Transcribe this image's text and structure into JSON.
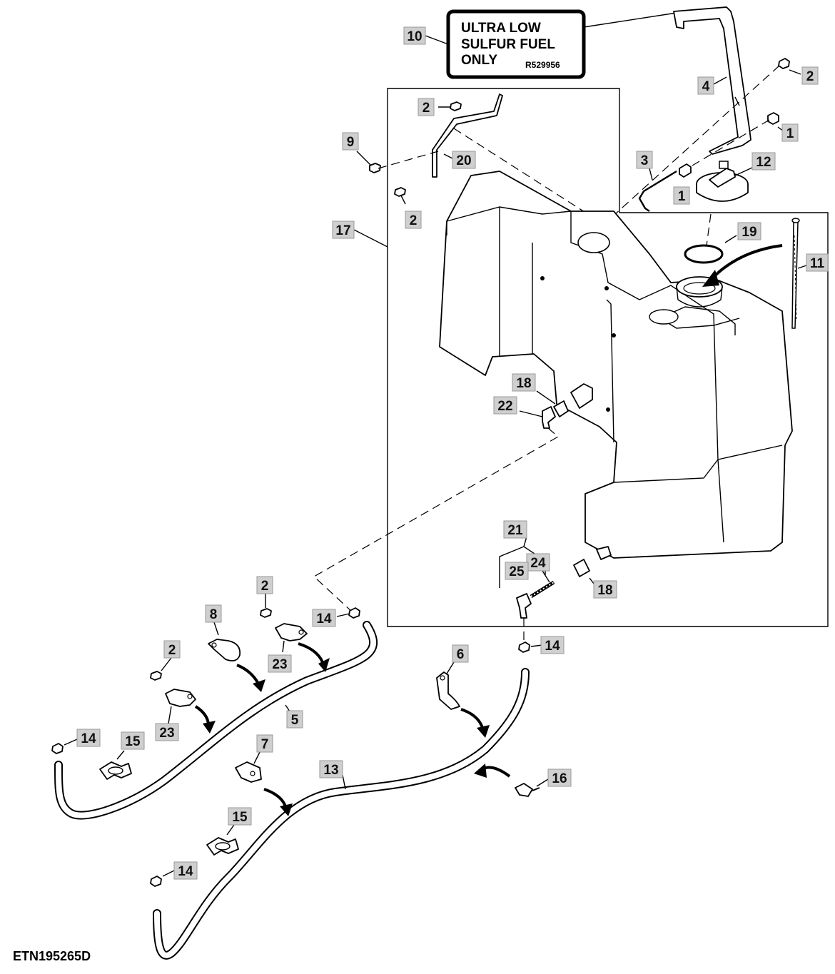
{
  "figure_id": "ETN195265D",
  "decal": {
    "line1": "ULTRA LOW",
    "line2": "SULFUR FUEL",
    "line3": "ONLY",
    "part_number": "R529956"
  },
  "callouts": [
    {
      "id": "c10",
      "label": "10"
    },
    {
      "id": "c2a",
      "label": "2"
    },
    {
      "id": "c4",
      "label": "4"
    },
    {
      "id": "c2b",
      "label": "2"
    },
    {
      "id": "c1a",
      "label": "1"
    },
    {
      "id": "c9",
      "label": "9"
    },
    {
      "id": "c20",
      "label": "20"
    },
    {
      "id": "c3",
      "label": "3"
    },
    {
      "id": "c12",
      "label": "12"
    },
    {
      "id": "c1b",
      "label": "1"
    },
    {
      "id": "c2c",
      "label": "2"
    },
    {
      "id": "c17",
      "label": "17"
    },
    {
      "id": "c19",
      "label": "19"
    },
    {
      "id": "c11",
      "label": "11"
    },
    {
      "id": "c18a",
      "label": "18"
    },
    {
      "id": "c22",
      "label": "22"
    },
    {
      "id": "c21",
      "label": "21"
    },
    {
      "id": "c24",
      "label": "24"
    },
    {
      "id": "c25",
      "label": "25"
    },
    {
      "id": "c18b",
      "label": "18"
    },
    {
      "id": "c2d",
      "label": "2"
    },
    {
      "id": "c8",
      "label": "8"
    },
    {
      "id": "c14a",
      "label": "14"
    },
    {
      "id": "c23a",
      "label": "23"
    },
    {
      "id": "c14b",
      "label": "14"
    },
    {
      "id": "c6",
      "label": "6"
    },
    {
      "id": "c2e",
      "label": "2"
    },
    {
      "id": "c5",
      "label": "5"
    },
    {
      "id": "c23b",
      "label": "23"
    },
    {
      "id": "c14c",
      "label": "14"
    },
    {
      "id": "c15a",
      "label": "15"
    },
    {
      "id": "c7",
      "label": "7"
    },
    {
      "id": "c13",
      "label": "13"
    },
    {
      "id": "c16",
      "label": "16"
    },
    {
      "id": "c15b",
      "label": "15"
    },
    {
      "id": "c14d",
      "label": "14"
    }
  ],
  "colors": {
    "callout_fill": "#cfcfcf",
    "line": "#000000",
    "background": "#ffffff"
  }
}
